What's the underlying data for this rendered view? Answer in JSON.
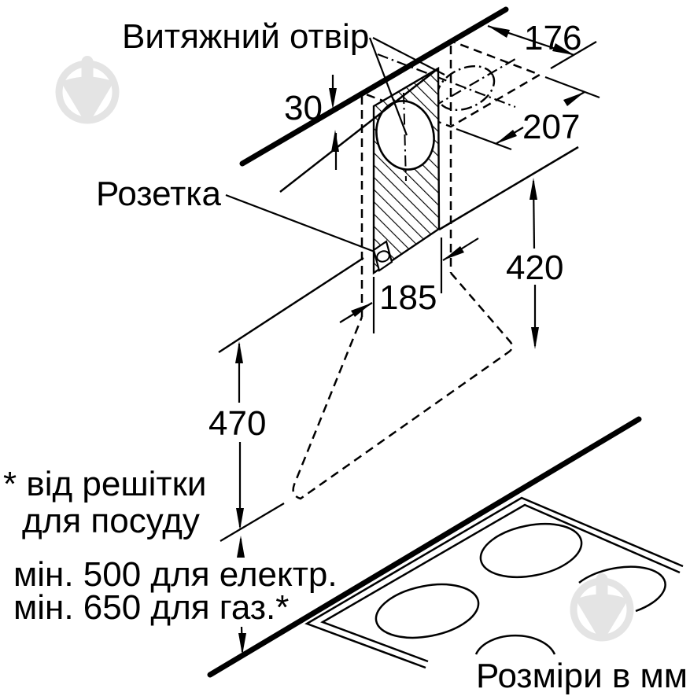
{
  "diagram": {
    "labels": {
      "exhaust_opening": "Витяжний отвір",
      "socket": "Розетка",
      "footnote_star_line1": "* від решітки",
      "footnote_star_line2": "для посуду",
      "min_electric": "мін. 500 для електр.",
      "min_gas": "мін. 650 для газ.*",
      "units": "Розміри в мм"
    },
    "dimensions_mm": {
      "ceiling_gap": "30",
      "duct_depth_offset": "176",
      "duct_width_offset": "207",
      "chimney_height": "420",
      "mounting_plate_width": "185",
      "hood_body_height": "470"
    },
    "colors": {
      "line": "#000000",
      "background": "#ffffff",
      "watermark": "#e4e4e4"
    },
    "watermark_icon": "trowel-in-circle"
  }
}
